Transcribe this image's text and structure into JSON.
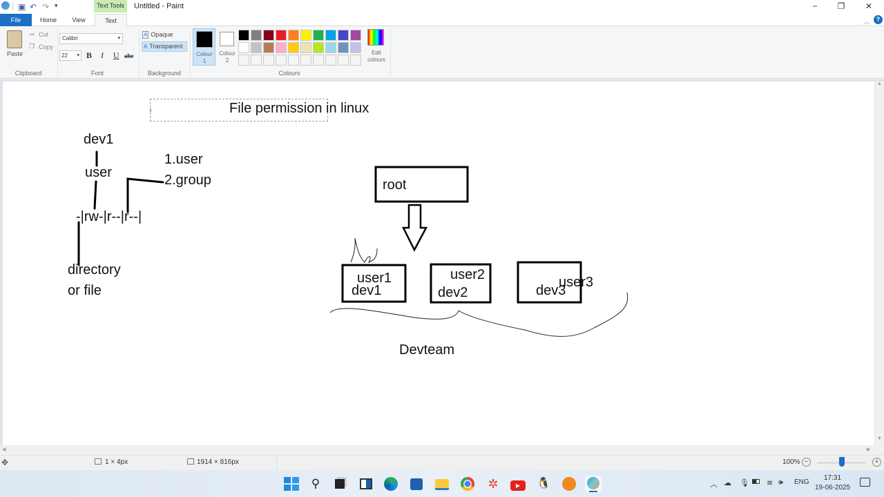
{
  "window": {
    "title": "Untitled - Paint",
    "context_tab_group": "Text Tools",
    "controls": {
      "minimize": "−",
      "maximize": "❐",
      "close": "✕"
    }
  },
  "quick_access": {
    "save": "save-icon",
    "undo": "undo-icon",
    "redo": "redo-icon",
    "customize": "▾"
  },
  "tabs": [
    {
      "label": "File",
      "active": false
    },
    {
      "label": "Home",
      "active": false
    },
    {
      "label": "View",
      "active": false
    },
    {
      "label": "Text",
      "active": true
    }
  ],
  "ribbon": {
    "clipboard": {
      "label": "Clipboard",
      "paste": "Paste",
      "cut": "Cut",
      "copy": "Copy"
    },
    "font": {
      "label": "Font",
      "family": "Calibri",
      "size": "22",
      "bold": "B",
      "italic": "I",
      "underline": "U",
      "strikethrough": "abc"
    },
    "background": {
      "label": "Background",
      "opaque": "Opaque",
      "transparent": "Transparent",
      "selected": "Transparent"
    },
    "colours": {
      "label": "Colours",
      "colour1": {
        "label": "Colour",
        "num": "1",
        "value": "#000000"
      },
      "colour2": {
        "label": "Colour",
        "num": "2",
        "value": "#ffffff"
      },
      "edit": "Edit colours",
      "palette_row1": [
        "#000000",
        "#7f7f7f",
        "#880015",
        "#ed1c24",
        "#ff7f27",
        "#fff200",
        "#22b14c",
        "#00a2e8",
        "#3f48cc",
        "#a349a4"
      ],
      "palette_row2": [
        "#ffffff",
        "#c3c3c3",
        "#b97a57",
        "#ffaec9",
        "#ffc90e",
        "#efe4b0",
        "#b5e61d",
        "#99d9ea",
        "#7092be",
        "#c8bfe7"
      ],
      "palette_row3": [
        "#f5f5f5",
        "#f5f5f5",
        "#f5f5f5",
        "#f5f5f5",
        "#f5f5f5",
        "#f5f5f5",
        "#f5f5f5",
        "#f5f5f5",
        "#f5f5f5",
        "#f5f5f5"
      ]
    }
  },
  "canvas": {
    "title_text": "File permission in linux",
    "left_diagram": {
      "dev1": "dev1",
      "user": "user",
      "list1": "1.user",
      "list2": "2.group",
      "permissions": "-|rw-|r--|r--|",
      "directory": "directory",
      "or_file": "or file"
    },
    "right_diagram": {
      "root": "root",
      "boxes": [
        {
          "user": "user1",
          "dev": "dev1"
        },
        {
          "user": "user2",
          "dev": "dev2"
        },
        {
          "user": "user3",
          "dev": "dev3"
        }
      ],
      "group_label": "Devteam"
    }
  },
  "statusbar": {
    "selection_size": "1 × 4px",
    "canvas_size": "1914 × 816px",
    "zoom": "100%"
  },
  "taskbar": {
    "apps": [
      "start",
      "search",
      "task-view",
      "widgets",
      "edge",
      "store",
      "file-explorer",
      "chrome",
      "photos",
      "youtube",
      "linux",
      "app-orange",
      "paint"
    ],
    "tray": {
      "language": "ENG",
      "time": "17:31",
      "date": "19-06-2025"
    }
  }
}
